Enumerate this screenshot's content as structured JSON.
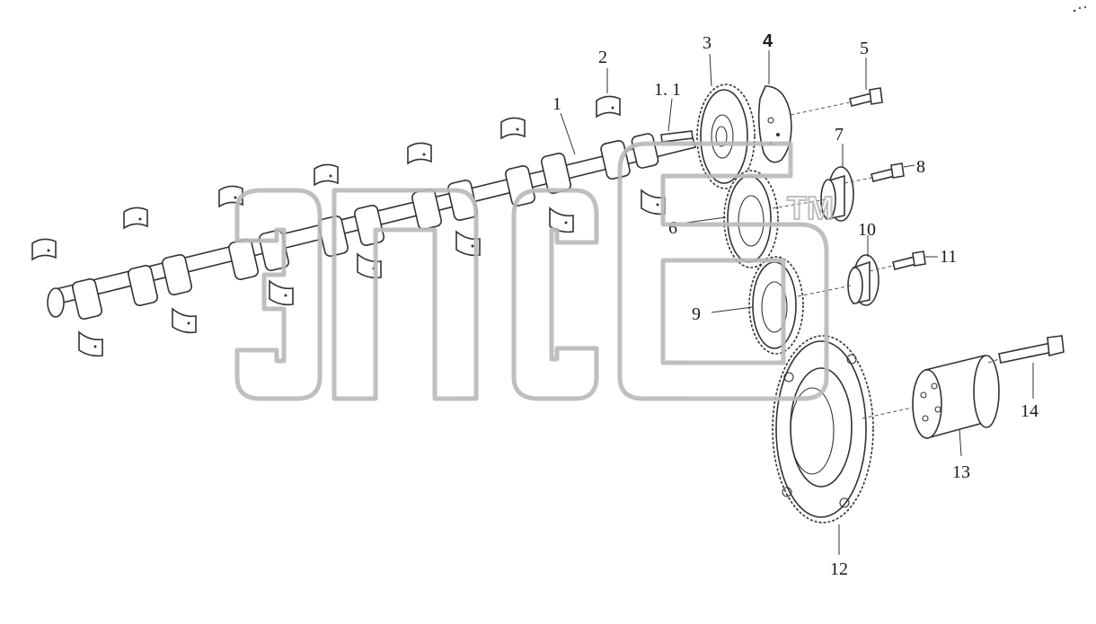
{
  "diagram": {
    "labels": {
      "p1": "1",
      "p1_1": "1. 1",
      "p2": "2",
      "p3": "3",
      "p4": "4",
      "p5": "5",
      "p6": "6",
      "p7": "7",
      "p8": "8",
      "p9": "9",
      "p10": "10",
      "p11": "11",
      "p12": "12",
      "p13": "13",
      "p14": "14"
    },
    "watermark": {
      "text": "эпсб",
      "trademark": "TM"
    }
  }
}
